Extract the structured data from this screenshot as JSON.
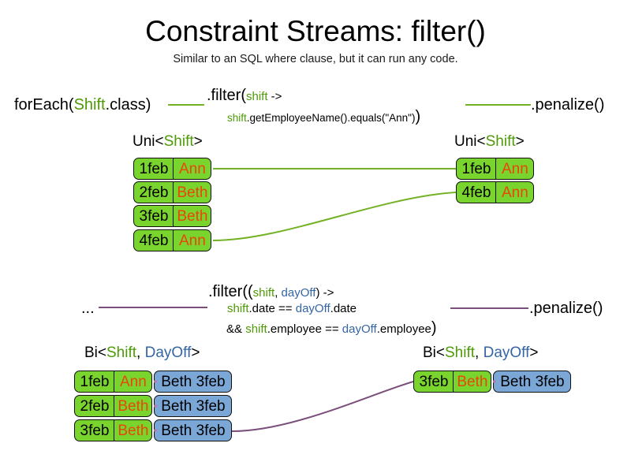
{
  "slide": {
    "title": "Constraint Streams: filter()",
    "subtitle": "Similar to an SQL where clause, but it can run any code."
  },
  "colors": {
    "shift_green": "#4e9a06",
    "dayoff_blue": "#3465a4",
    "tuple_green_fill": "#7ad42e",
    "tuple_blue_fill": "#7ba7d7",
    "name_orange": "#e8460a",
    "link_green": "#73b125",
    "link_purple": "#7b4f7b",
    "text_black": "#000000"
  },
  "uni_section": {
    "source_label": {
      "prefix": "forEach(",
      "type": "Shift",
      "suffix": ".class)"
    },
    "filter": {
      "line1_prefix": ".filter(",
      "line1_param": "shift",
      "line1_arrow": " ->",
      "line2_var": "shift",
      "line2_rest": ".getEmployeeName().equals(\"Ann\")",
      "line2_close": ")"
    },
    "sink_label": ".penalize()",
    "left_stream": {
      "type_label": {
        "prefix": "Uni<",
        "a": "Shift",
        "suffix": ">"
      },
      "rows": [
        {
          "date": "1feb",
          "name": "Ann"
        },
        {
          "date": "2feb",
          "name": "Beth"
        },
        {
          "date": "3feb",
          "name": "Beth"
        },
        {
          "date": "4feb",
          "name": "Ann"
        }
      ]
    },
    "right_stream": {
      "type_label": {
        "prefix": "Uni<",
        "a": "Shift",
        "suffix": ">"
      },
      "rows": [
        {
          "date": "1feb",
          "name": "Ann"
        },
        {
          "date": "4feb",
          "name": "Ann"
        }
      ]
    }
  },
  "bi_section": {
    "source_label": "...",
    "filter": {
      "line1_prefix": ".filter((",
      "line1_param_a": "shift",
      "line1_comma": ", ",
      "line1_param_b": "dayOff",
      "line1_arrow": ") ->",
      "line2_a": "shift",
      "line2_mid": ".date == ",
      "line2_b": "dayOff",
      "line2_end": ".date",
      "line3_prefix": "&& ",
      "line3_a": "shift",
      "line3_mid": ".employee == ",
      "line3_b": "dayOff",
      "line3_end": ".employee",
      "line3_close": ")"
    },
    "sink_label": ".penalize()",
    "left_stream": {
      "type_label": {
        "prefix": "Bi<",
        "a": "Shift",
        "comma": ", ",
        "b": "DayOff",
        "suffix": ">"
      },
      "rows": [
        {
          "date": "1feb",
          "name": "Ann",
          "dayoff": "Beth 3feb"
        },
        {
          "date": "2feb",
          "name": "Beth",
          "dayoff": "Beth 3feb"
        },
        {
          "date": "3feb",
          "name": "Beth",
          "dayoff": "Beth 3feb"
        }
      ]
    },
    "right_stream": {
      "type_label": {
        "prefix": "Bi<",
        "a": "Shift",
        "comma": ", ",
        "b": "DayOff",
        "suffix": ">"
      },
      "rows": [
        {
          "date": "3feb",
          "name": "Beth",
          "dayoff": "Beth 3feb"
        }
      ]
    }
  }
}
